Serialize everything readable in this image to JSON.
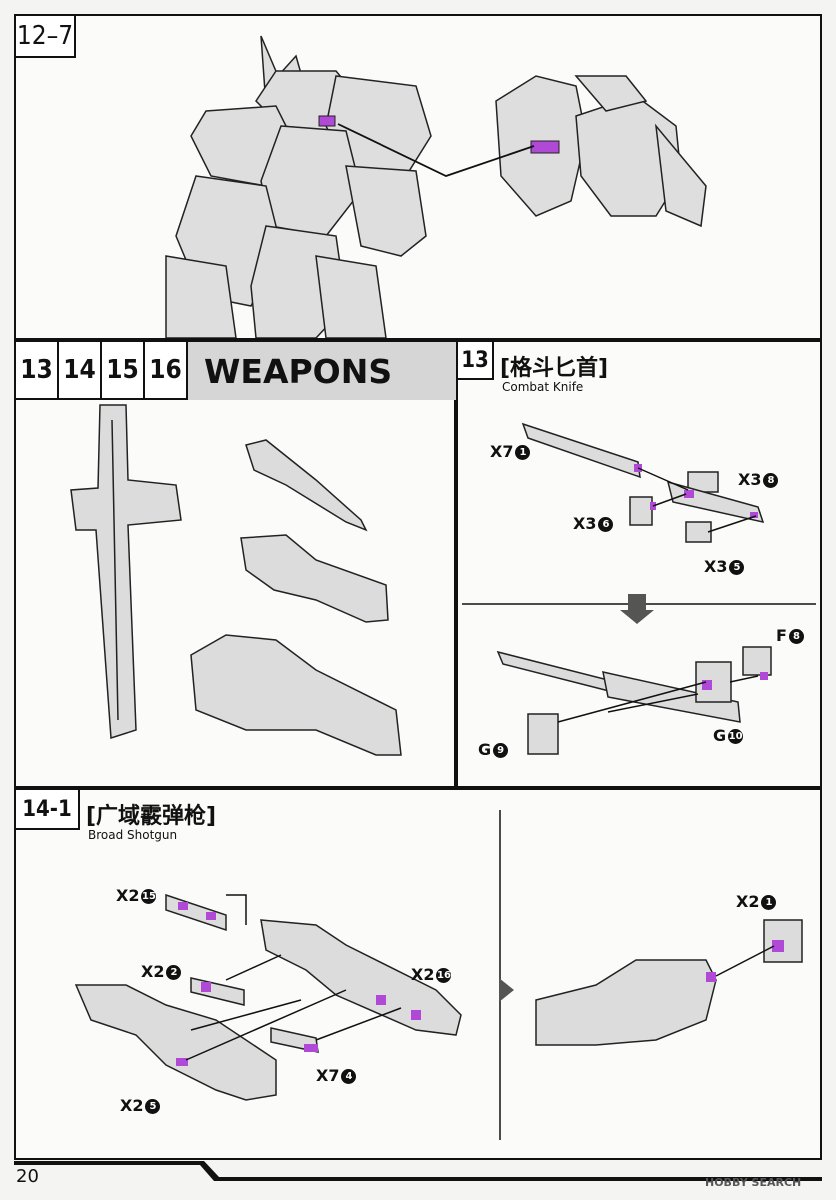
{
  "colors": {
    "accent": "#b04ad6",
    "line": "#111111",
    "part": "#dcdcdc",
    "header_gray": "#d6d6d6"
  },
  "panel_12_7": {
    "step": "12–7"
  },
  "weapons_panel": {
    "steps": [
      "13",
      "14",
      "15",
      "16"
    ],
    "title": "WEAPONS"
  },
  "step_13": {
    "step": "13",
    "title_cn": "[格斗匕首]",
    "title_en": "Combat Knife",
    "labels": {
      "x7_1": {
        "qty": "X7",
        "num": "1"
      },
      "x3_8": {
        "qty": "X3",
        "num": "8"
      },
      "x3_6": {
        "qty": "X3",
        "num": "6"
      },
      "x3_5": {
        "qty": "X3",
        "num": "5"
      },
      "f_8": {
        "qty": "F",
        "num": "8"
      },
      "g_9": {
        "qty": "G",
        "num": "9"
      },
      "g_10": {
        "qty": "G",
        "num": "10"
      }
    }
  },
  "step_14_1": {
    "step": "14-1",
    "title_cn": "[广域霰弹枪]",
    "title_en": "Broad Shotgun",
    "labels": {
      "x2_15": {
        "qty": "X2",
        "num": "15"
      },
      "x2_2": {
        "qty": "X2",
        "num": "2"
      },
      "x2_16": {
        "qty": "X2",
        "num": "16"
      },
      "x7_4": {
        "qty": "X7",
        "num": "4"
      },
      "x2_5": {
        "qty": "X2",
        "num": "5"
      },
      "x2_1": {
        "qty": "X2",
        "num": "1"
      }
    }
  },
  "footer": {
    "page_number": "20",
    "watermark": "HOBBY SEARCH"
  }
}
